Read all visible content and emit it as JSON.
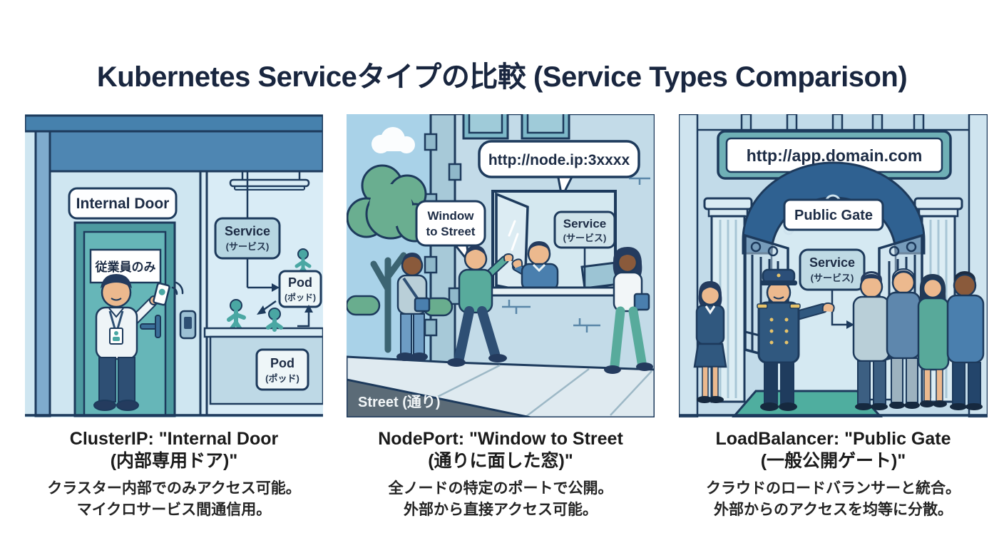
{
  "title": "Kubernetes Serviceタイプの比較 (Service Types Comparison)",
  "colors": {
    "navy_outline": "#1d3a5c",
    "teal_accent": "#5fb0b4",
    "sky_blue": "#a9d2e8",
    "street_gray": "#5b6b77"
  },
  "panel1": {
    "sign": "Internal Door",
    "door_sign": "従業員のみ",
    "service_line1": "Service",
    "service_line2": "(サービス)",
    "pod1_line1": "Pod",
    "pod1_line2": "(ポッド)",
    "pod2_line1": "Pod",
    "pod2_line2": "(ポッド)",
    "caption_title1": "ClusterIP: \"Internal Door",
    "caption_title2": "(内部専用ドア)\"",
    "caption_desc1": "クラスター内部でのみアクセス可能。",
    "caption_desc2": "マイクロサービス間通信用。"
  },
  "panel2": {
    "url_bubble": "http://node.ip:3xxxx",
    "window_sign_line1": "Window",
    "window_sign_line2": "to Street",
    "service_line1": "Service",
    "service_line2": "(サービス)",
    "street_label": "Street (通り)",
    "caption_title1": "NodePort: \"Window to Street",
    "caption_title2": "(通りに面した窓)\"",
    "caption_desc1": "全ノードの特定のポートで公開。",
    "caption_desc2": "外部から直接アクセス可能。"
  },
  "panel3": {
    "url_sign": "http://app.domain.com",
    "gate_sign": "Public Gate",
    "service_line1": "Service",
    "service_line2": "(サービス)",
    "caption_title1": "LoadBalancer: \"Public Gate",
    "caption_title2": "(一般公開ゲート)\"",
    "caption_desc1": "クラウドのロードバランサーと統合。",
    "caption_desc2": "外部からのアクセスを均等に分散。"
  }
}
